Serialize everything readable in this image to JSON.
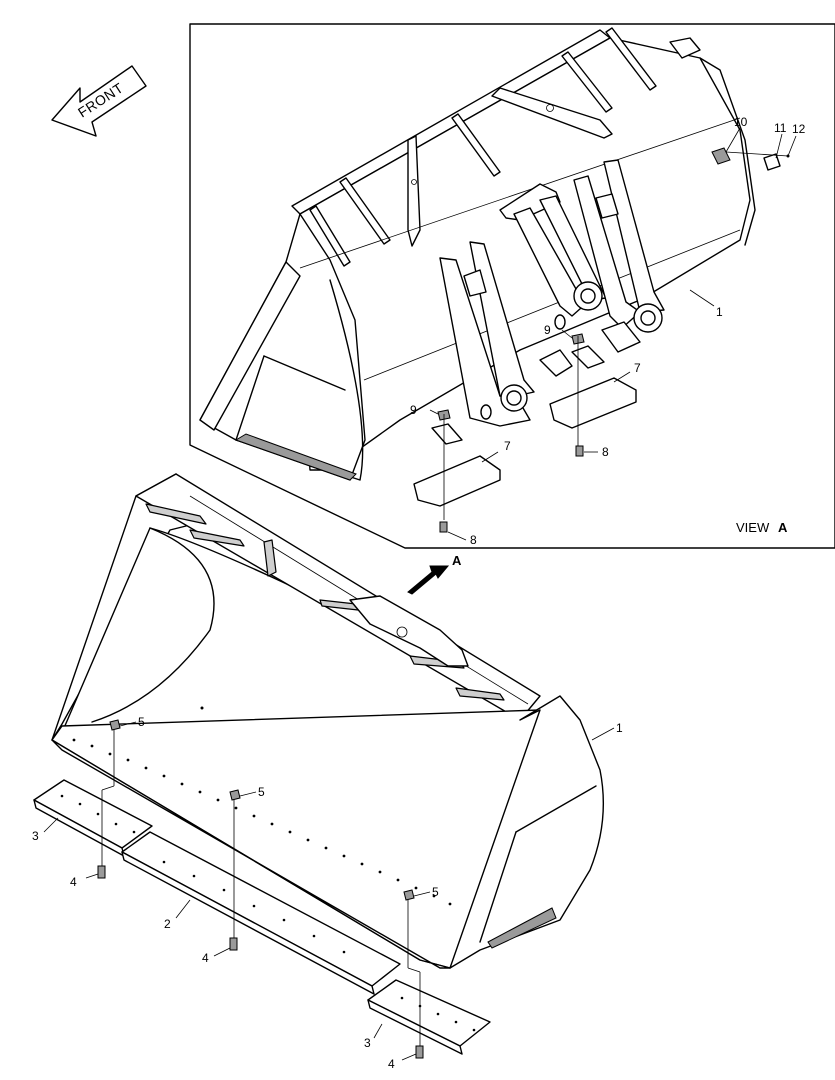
{
  "front_arrow": {
    "label": "FRONT"
  },
  "view": {
    "label": "VIEW",
    "letter": "A"
  },
  "direction_arrow": {
    "letter": "A"
  },
  "callouts": {
    "c1_top": "1",
    "c1_bottom": "1",
    "c2": "2",
    "c3_left": "3",
    "c3_right": "3",
    "c4_left": "4",
    "c4_mid": "4",
    "c4_right": "4",
    "c5_a": "5",
    "c5_b": "5",
    "c5_c": "5",
    "c7_a": "7",
    "c7_b": "7",
    "c8_a": "8",
    "c8_b": "8",
    "c9_a": "9",
    "c9_b": "9",
    "c10": "10",
    "c11": "11",
    "c12": "12"
  }
}
